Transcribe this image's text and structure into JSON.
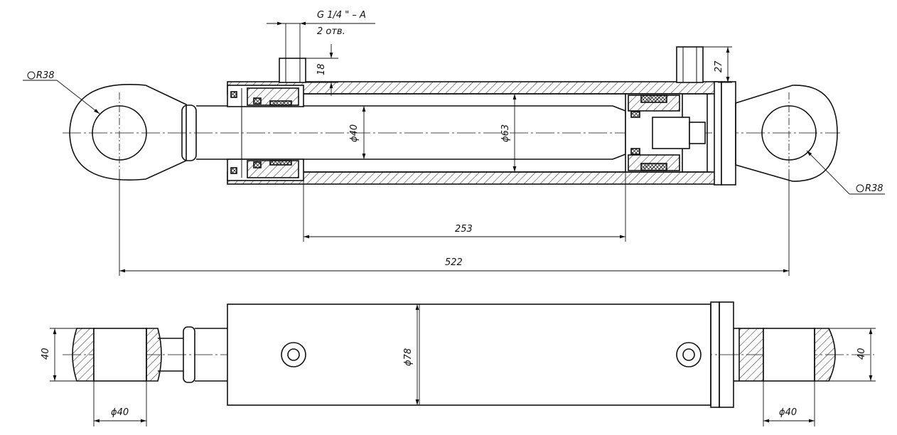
{
  "drawing": {
    "thread_callout": "G 1/4 \" – A",
    "thread_count": "2 отв.",
    "port_height_left": "18",
    "port_height_right": "27",
    "radius_left": "R38",
    "radius_right": "R38",
    "rod_diameter": "ϕ40",
    "bore_diameter": "ϕ63",
    "stroke_length": "253",
    "overall_length": "522",
    "tube_outer_diameter": "ϕ78",
    "eye_width_left": "40",
    "eye_width_right": "40",
    "pin_diameter_left": "ϕ40",
    "pin_diameter_right": "ϕ40"
  }
}
